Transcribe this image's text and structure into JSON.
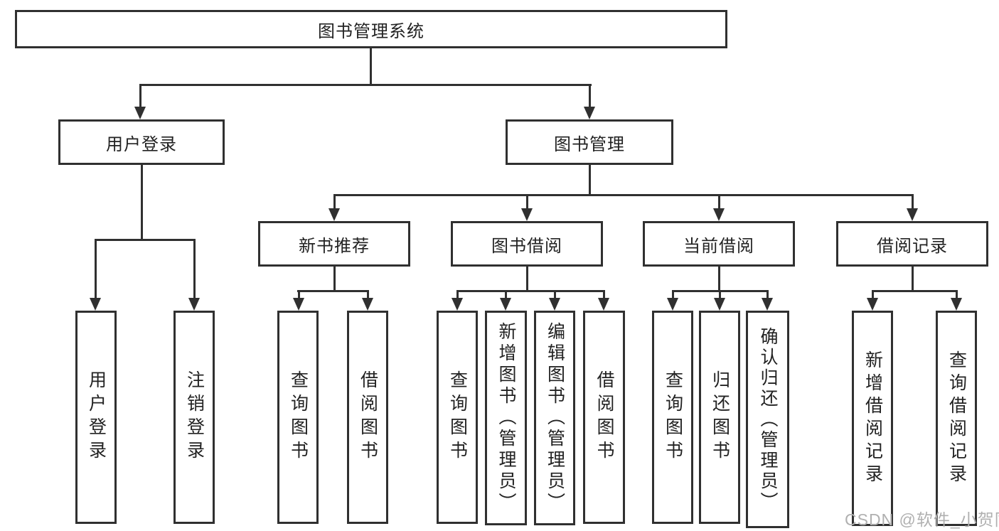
{
  "tree": {
    "label": "图书管理系统",
    "children": [
      {
        "label": "用户登录",
        "children": [
          {
            "label": "用户登录"
          },
          {
            "label": "注销登录"
          }
        ]
      },
      {
        "label": "图书管理",
        "children": [
          {
            "label": "新书推荐",
            "children": [
              {
                "label": "查询图书"
              },
              {
                "label": "借阅图书"
              }
            ]
          },
          {
            "label": "图书借阅",
            "children": [
              {
                "label": "查询图书"
              },
              {
                "label": "新增图书（管理员）"
              },
              {
                "label": "编辑图书（管理员）"
              },
              {
                "label": "借阅图书"
              }
            ]
          },
          {
            "label": "当前借阅",
            "children": [
              {
                "label": "查询图书"
              },
              {
                "label": "归还图书"
              },
              {
                "label": "确认归还（管理员）"
              }
            ]
          },
          {
            "label": "借阅记录",
            "children": [
              {
                "label": "新增借阅记录"
              },
              {
                "label": "查询借阅记录"
              }
            ]
          }
        ]
      }
    ]
  },
  "watermark": {
    "text": "CSDN @软件_小贺同学"
  },
  "colors": {
    "line": "#303030",
    "text": "#222222",
    "watermark": "#b0b0b0",
    "background": "#ffffff"
  }
}
